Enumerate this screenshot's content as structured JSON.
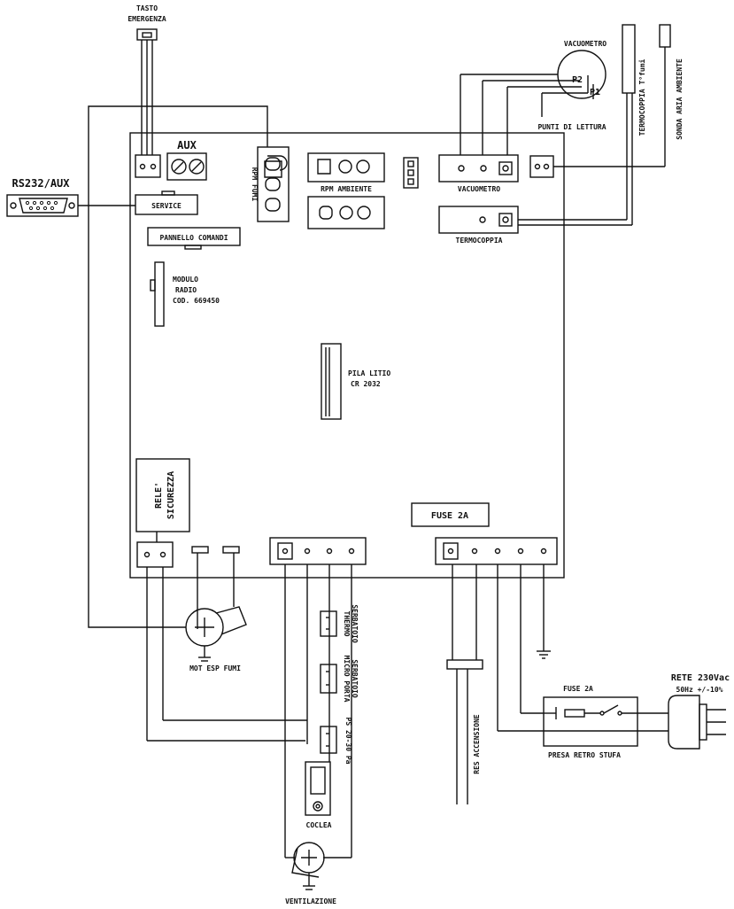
{
  "labels": {
    "tasto_emergenza_1": "TASTO",
    "tasto_emergenza_2": "EMERGENZA",
    "aux": "AUX",
    "rs232": "RS232/AUX",
    "service": "SERVICE",
    "rpm_fumi": "RPM FUMI",
    "rpm_ambiente": "RPM AMBIENTE",
    "vacuometro_top": "VACUOMETRO",
    "p2": "P2",
    "p1": "P1",
    "punti_lettura": "PUNTI DI LETTURA",
    "termocoppia_fumi": "TERMOCOPPIA T°fumi",
    "sonda_aria": "SONDA ARIA AMBIENTE",
    "vacuometro_conn": "VACUOMETRO",
    "termocoppia_conn": "TERMOCOPPIA",
    "pannello_comandi": "PANNELLO COMANDI",
    "modulo_1": "MODULO",
    "modulo_2": "RADIO",
    "modulo_3": "COD. 669450",
    "pila_1": "PILA LITIO",
    "pila_2": "CR 2032",
    "rele_1": "RELE'",
    "rele_2": "SICUREZZA",
    "fuse_board": "FUSE 2A",
    "mot_esp": "MOT ESP FUMI",
    "thermo_1": "THERMO",
    "thermo_2": "SERBATOIO",
    "micro_1": "MICRO PORTA",
    "micro_2": "SERBATOIO",
    "ps_1": "PS 20-30 Pa",
    "coclea": "COCLEA",
    "ventilazione": "VENTILAZIONE",
    "res_accensione": "RES ACCENSIONE",
    "fuse_presa": "FUSE 2A",
    "rete_1": "RETE 230Vac",
    "rete_2": "50Hz +/-10%",
    "presa_retro": "PRESA RETRO STUFA"
  }
}
